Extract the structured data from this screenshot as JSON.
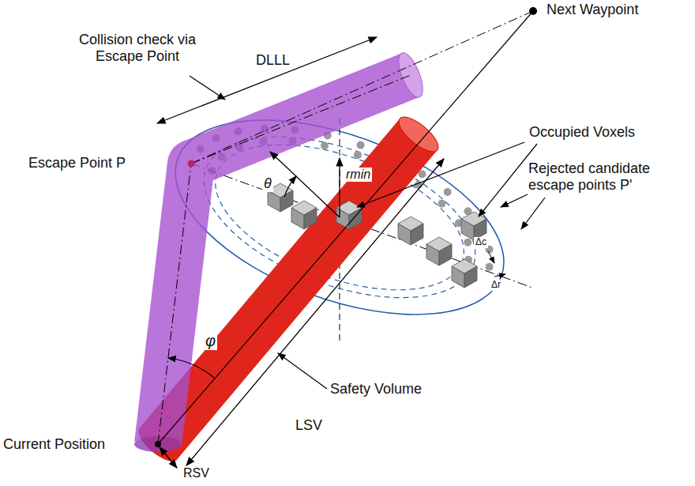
{
  "diagram": {
    "labels": [
      "Next Waypoint",
      "Collision check via Escape Point",
      "DLLL",
      "Escape Point P",
      "θ",
      "rmin",
      "Occupied Voxels",
      "Rejected candidate escape points P'",
      "Δc",
      "Δr",
      "φ",
      "Safety Volume",
      "LSV",
      "Current Position",
      "RSV"
    ]
  }
}
